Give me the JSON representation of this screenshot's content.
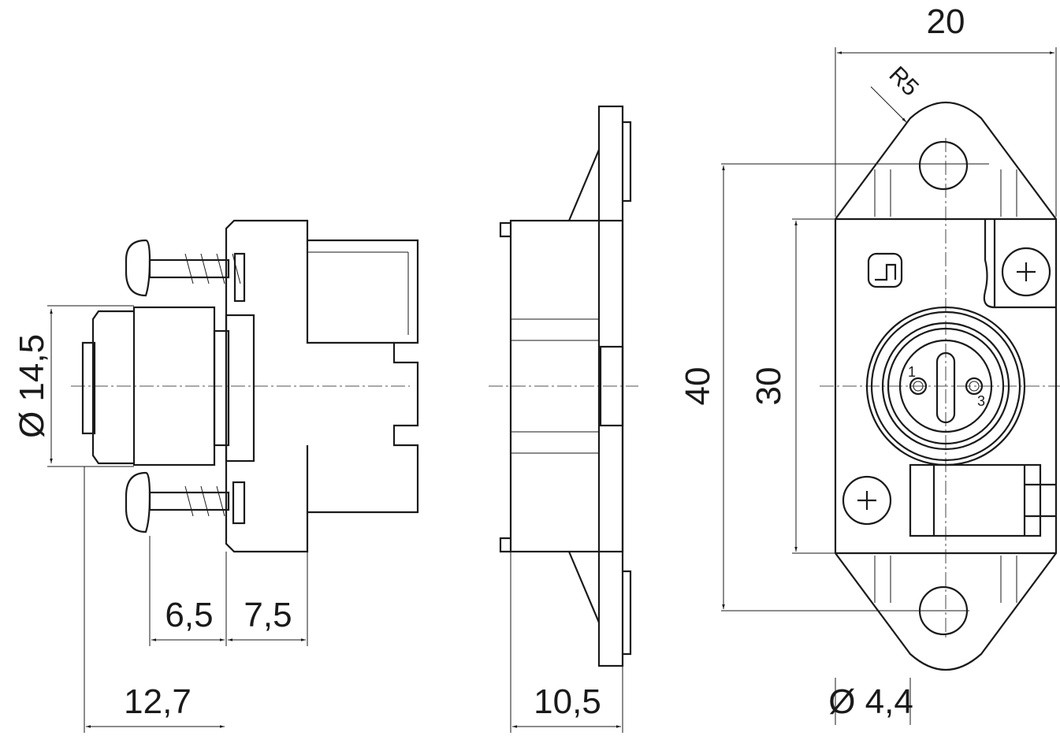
{
  "dimensions": {
    "width_top": "20",
    "radius": "R5",
    "hole_spacing": "40",
    "body_height": "30",
    "diameter_nut": "Ø 14,5",
    "dim_6_5": "6,5",
    "dim_7_5": "7,5",
    "dim_12_7": "12,7",
    "dim_10_5": "10,5",
    "hole_diameter": "Ø 4,4"
  },
  "pins": {
    "pin1": "1",
    "pin3": "3"
  }
}
